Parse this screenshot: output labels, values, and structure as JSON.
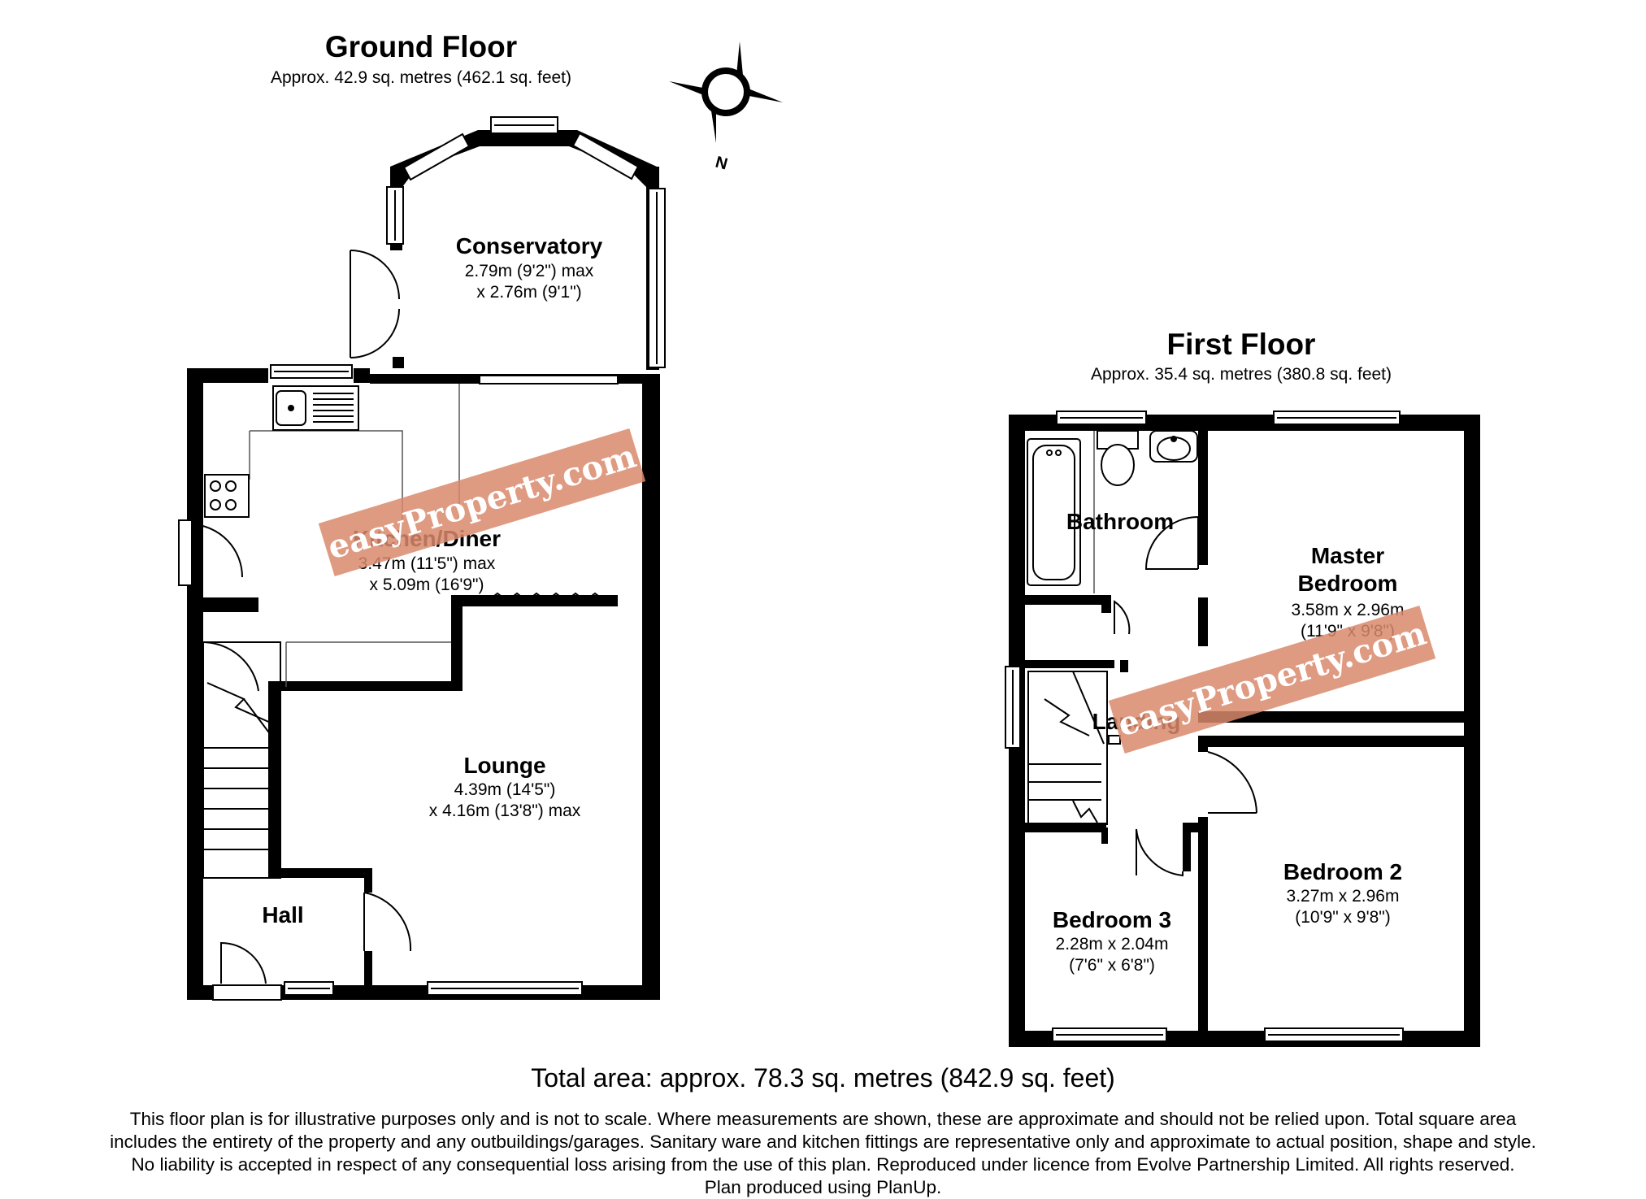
{
  "ground_floor": {
    "title": "Ground Floor",
    "area": "Approx.  42.9 sq. metres (462.1 sq. feet)",
    "rooms": {
      "conservatory": {
        "name": "Conservatory",
        "dim1": "2.79m (9'2\") max",
        "dim2": "x 2.76m (9'1\")"
      },
      "kitchen": {
        "name": "Kitchen/Diner",
        "dim1": "3.47m (11'5\") max",
        "dim2": "x 5.09m (16'9\")"
      },
      "lounge": {
        "name": "Lounge",
        "dim1": "4.39m (14'5\")",
        "dim2": "x 4.16m (13'8\") max"
      },
      "hall": {
        "name": "Hall"
      }
    }
  },
  "first_floor": {
    "title": "First Floor",
    "area": "Approx.  35.4 sq. metres (380.8 sq. feet)",
    "rooms": {
      "bathroom": {
        "name": "Bathroom"
      },
      "master": {
        "name1": "Master",
        "name2": "Bedroom",
        "dim1": "3.58m x 2.96m",
        "dim2": "(11'9\" x 9'8\")"
      },
      "landing": {
        "name": "Landing"
      },
      "bedroom2": {
        "name": "Bedroom 2",
        "dim1": "3.27m x 2.96m",
        "dim2": "(10'9\" x 9'8\")"
      },
      "bedroom3": {
        "name": "Bedroom 3",
        "dim1": "2.28m x 2.04m",
        "dim2": "(7'6\" x 6'8\")"
      }
    }
  },
  "compass": {
    "label": "N"
  },
  "watermark": "easyProperty.com",
  "total": "Total area: approx.  78.3 sq. metres (842.9 sq. feet)",
  "disclaimer": [
    "This floor plan is for illustrative purposes only and is not to scale.  Where measurements are shown, these are approximate and should not be relied upon. Total square area",
    "includes the entirety of the property and any outbuildings/garages. Sanitary ware and kitchen fittings are representative only and approximate to actual position, shape and style.",
    "No liability is accepted in respect of any consequential loss arising from the use of this plan. Reproduced under licence from Evolve Partnership Limited. All rights reserved.",
    "Plan produced using PlanUp."
  ],
  "colors": {
    "wall": "#000000",
    "watermark": "#d98a6c",
    "fixture": "#555555"
  }
}
